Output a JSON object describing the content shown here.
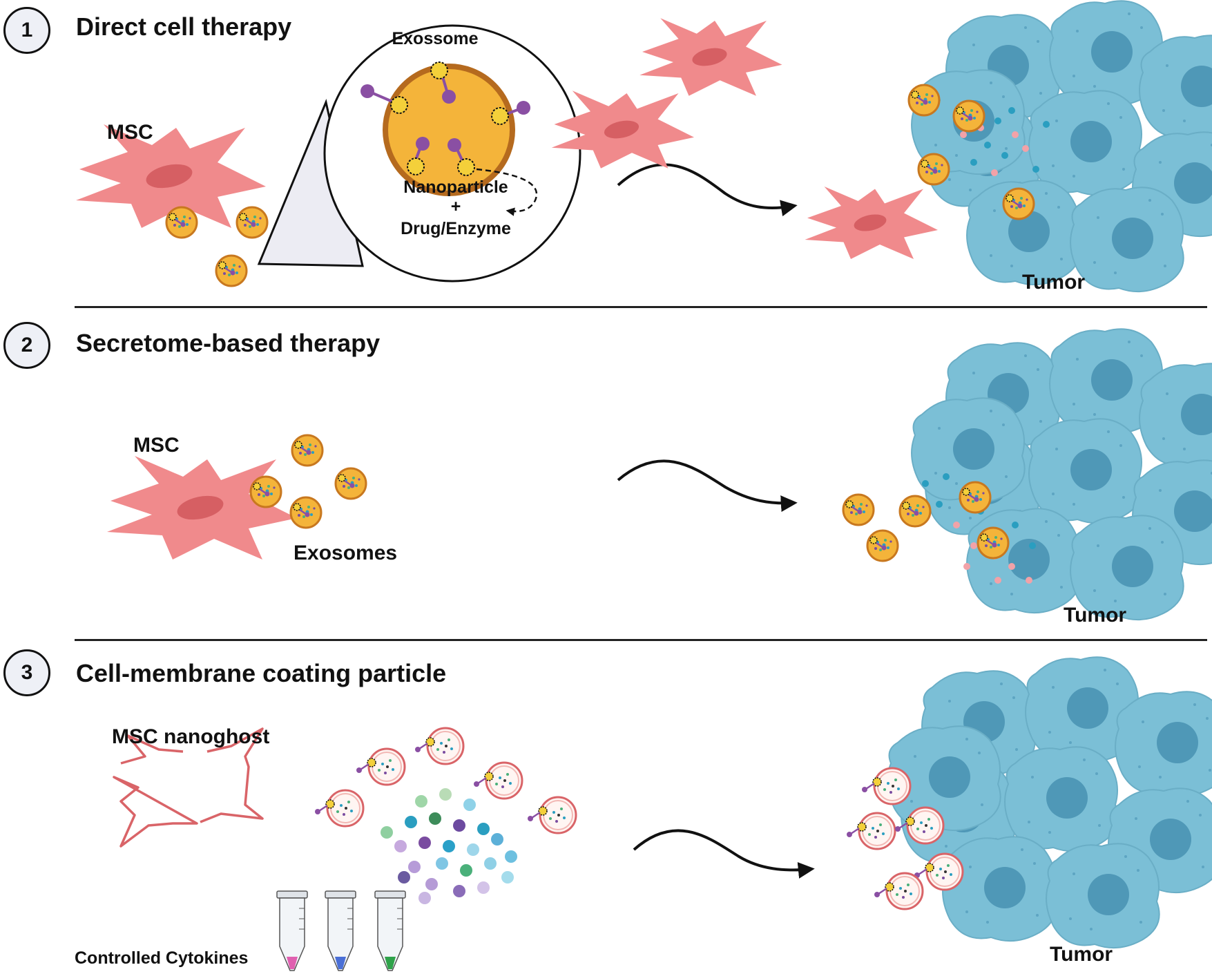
{
  "panels": [
    {
      "number": "1",
      "title": "Direct cell therapy",
      "cell_label": "MSC",
      "inset": {
        "title": "Exossome",
        "caption_line1": "Nanoparticle",
        "caption_line2": "+",
        "caption_line3": "Drug/Enzyme"
      },
      "target_label": "Tumor"
    },
    {
      "number": "2",
      "title": "Secretome-based therapy",
      "cell_label": "MSC",
      "vesicle_label": "Exosomes",
      "target_label": "Tumor"
    },
    {
      "number": "3",
      "title": "Cell-membrane coating particle",
      "cell_label": "MSC nanoghost",
      "tubes_label": "Controlled Cytokines",
      "target_label": "Tumor"
    }
  ],
  "colors": {
    "msc": "#f08a8c",
    "msc_nucleus": "#d65f63",
    "tumor": "#7bbfd6",
    "tumor_nucleus": "#4f98b7",
    "exosome": "#f4b43a",
    "exosome_rim": "#c8781f",
    "ligand": "#8a4fa3",
    "nanoghost_outline": "#d96468",
    "tube_pink": "#e060b0",
    "tube_blue": "#4a6fd6",
    "tube_green": "#2fa24a"
  }
}
